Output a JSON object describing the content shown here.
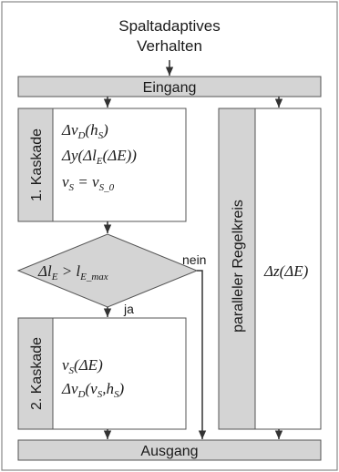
{
  "title": {
    "line1": "Spaltadaptives",
    "line2": "Verhalten"
  },
  "bars": {
    "input": "Eingang",
    "output": "Ausgang"
  },
  "cascade1": {
    "label": "1. Kaskade",
    "formula1": {
      "sym": "Δv",
      "sub": "D",
      "arg": "(h",
      "argsub": "S",
      "close": ")"
    },
    "formula2": {
      "a": "Δy(Δl",
      "sub": "E",
      "b": "(ΔE))"
    },
    "formula3": {
      "a": "v",
      "sub": "S",
      "eq": " = v",
      "sub2": "S_0"
    }
  },
  "decision": {
    "a": "Δl",
    "sub": "E",
    "op": " > l",
    "sub2": "E_max",
    "no": "nein",
    "yes": "ja"
  },
  "cascade2": {
    "label": "2. Kaskade",
    "formula1": {
      "a": "v",
      "sub": "S",
      "b": "(ΔE)"
    },
    "formula2": {
      "a": "Δv",
      "sub": "D",
      "b": "(v",
      "sub2": "S",
      "c": ",h",
      "sub3": "S",
      "d": ")"
    }
  },
  "parallel": {
    "label": "paralleler Regelkreis",
    "formula": "Δz(ΔE)"
  },
  "colors": {
    "box_fill": "#d4d4d4",
    "line": "#333333",
    "frame": "#888888"
  }
}
